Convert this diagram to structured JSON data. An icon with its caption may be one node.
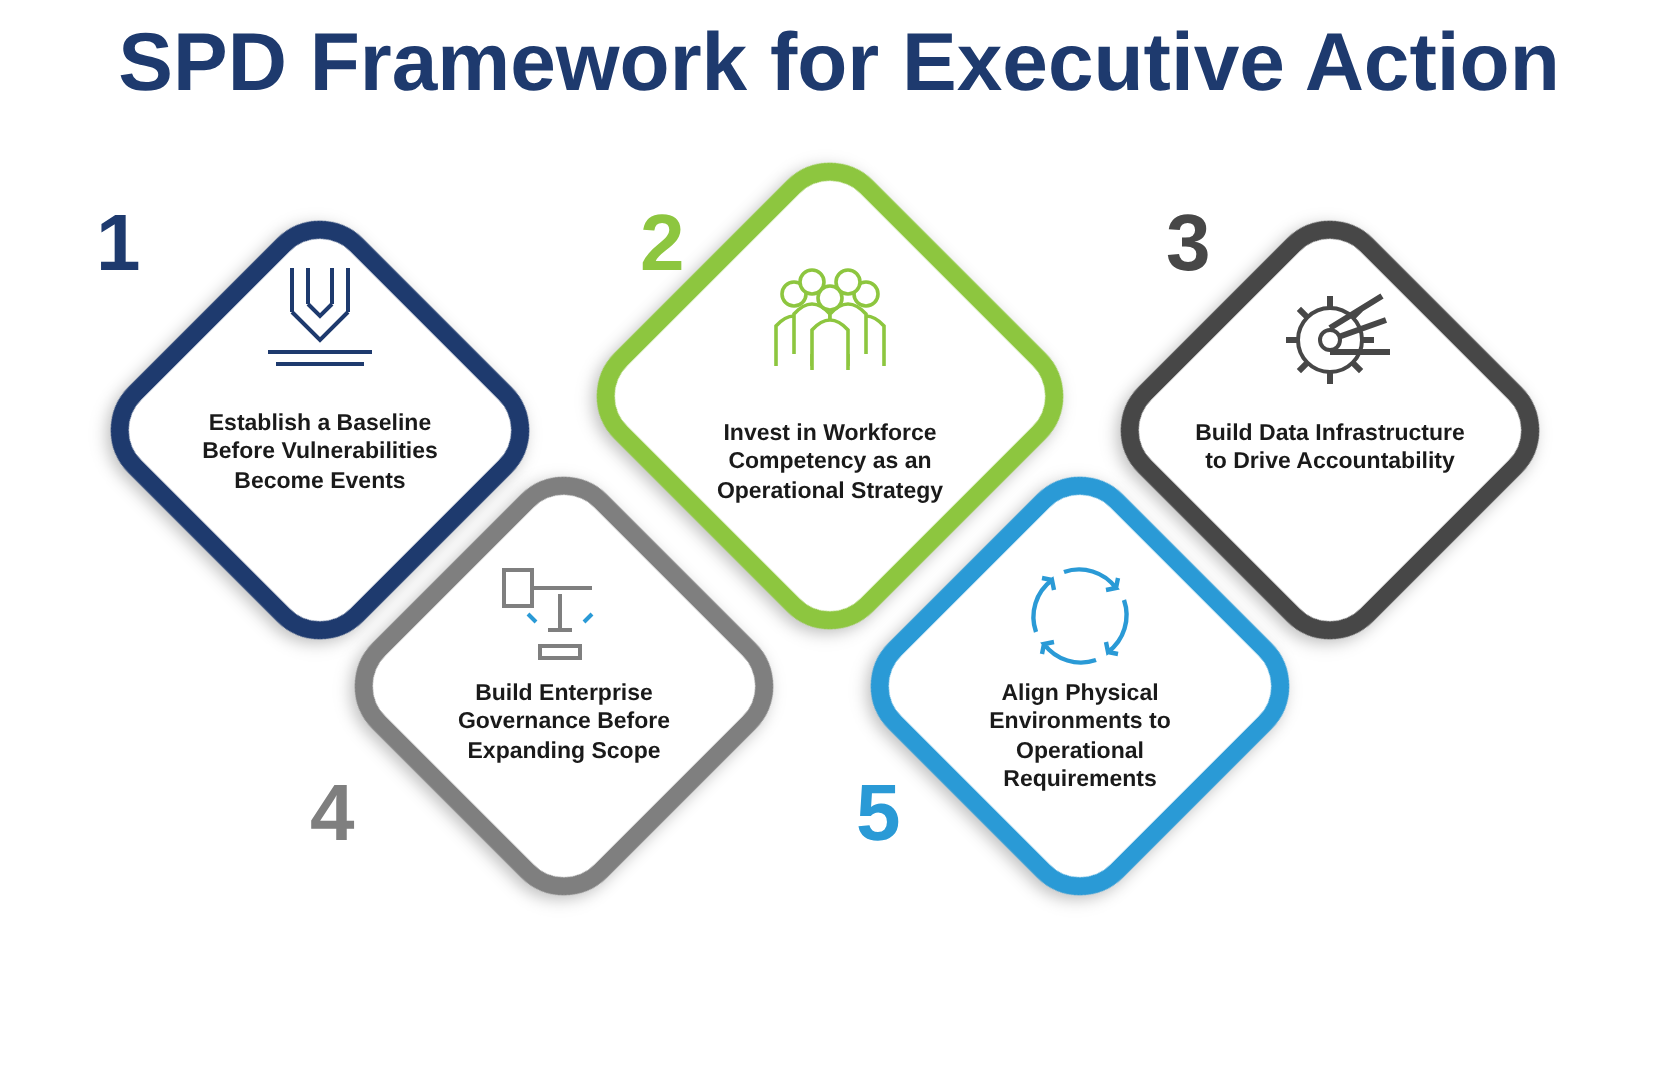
{
  "diagram": {
    "title": "SPD Framework for Executive Action",
    "nodes": [
      {
        "text": [
          "Establish a Baseline Before Vulnerabilities Become Events"
        ]
      },
      {
        "text": [
          "Invest in Workforce Competency as an Operational Strategy"
        ]
      },
      {
        "text": [
          "Build Data Infrastructure to Drive Accountability"
        ]
      },
      {
        "text": [
          "Build Enterprise Governance Before Expanding Scope"
        ]
      },
      {
        "text": [
          "Align Physical Environments to Operational Requirements"
        ]
      }
    ],
    "labels": [
      "1",
      "2",
      "3",
      "4",
      "5"
    ]
  }
}
